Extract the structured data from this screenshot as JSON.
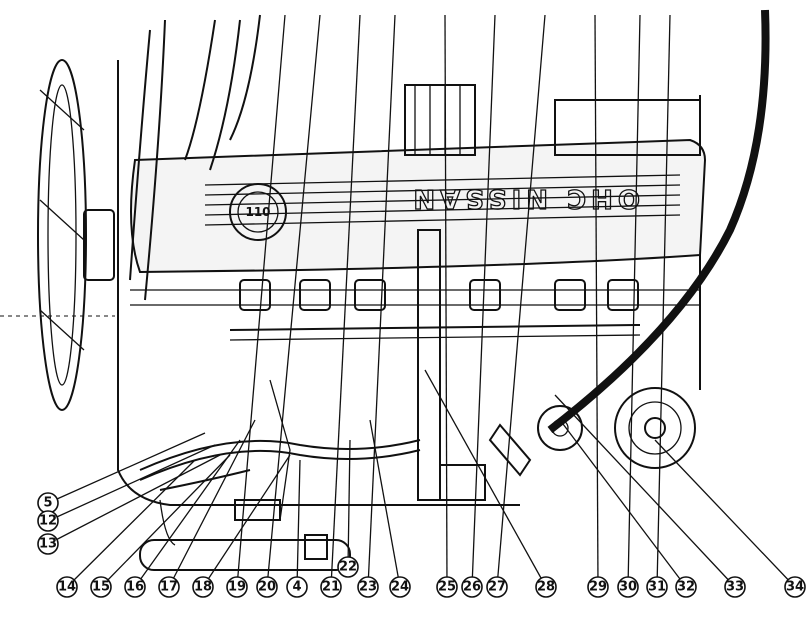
{
  "diagram": {
    "cover_logo": "OHC NISSAN",
    "oil_cap_label": "110",
    "callouts": [
      {
        "number": "5"
      },
      {
        "number": "12"
      },
      {
        "number": "13"
      },
      {
        "number": "14"
      },
      {
        "number": "15"
      },
      {
        "number": "16"
      },
      {
        "number": "17"
      },
      {
        "number": "18"
      },
      {
        "number": "19"
      },
      {
        "number": "20"
      },
      {
        "number": "4"
      },
      {
        "number": "21"
      },
      {
        "number": "22"
      },
      {
        "number": "23"
      },
      {
        "number": "24"
      },
      {
        "number": "25"
      },
      {
        "number": "26"
      },
      {
        "number": "27"
      },
      {
        "number": "28"
      },
      {
        "number": "29"
      },
      {
        "number": "30"
      },
      {
        "number": "31"
      },
      {
        "number": "32"
      },
      {
        "number": "33"
      },
      {
        "number": "34"
      }
    ]
  }
}
